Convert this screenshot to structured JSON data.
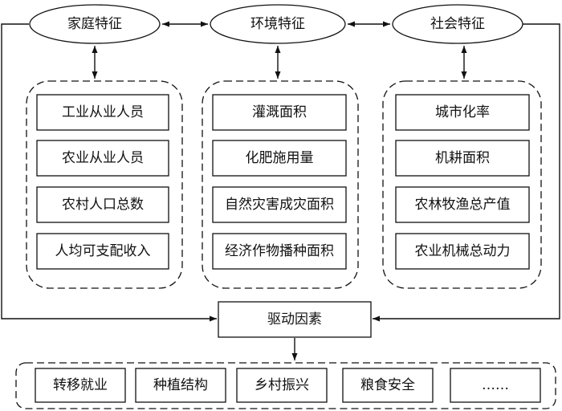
{
  "categories": [
    {
      "title": "家庭特征",
      "items": [
        "工业从业人员",
        "农业从业人员",
        "农村人口总数",
        "人均可支配收入"
      ]
    },
    {
      "title": "环境特征",
      "items": [
        "灌溉面积",
        "化肥施用量",
        "自然灾害成灾面积",
        "经济作物播种面积"
      ]
    },
    {
      "title": "社会特征",
      "items": [
        "城市化率",
        "机耕面积",
        "农林牧渔总产值",
        "农业机械总动力"
      ]
    }
  ],
  "driver": {
    "label": "驱动因素"
  },
  "outcomes": [
    "转移就业",
    "种植结构",
    "乡村振兴",
    "粮食安全",
    "……"
  ]
}
